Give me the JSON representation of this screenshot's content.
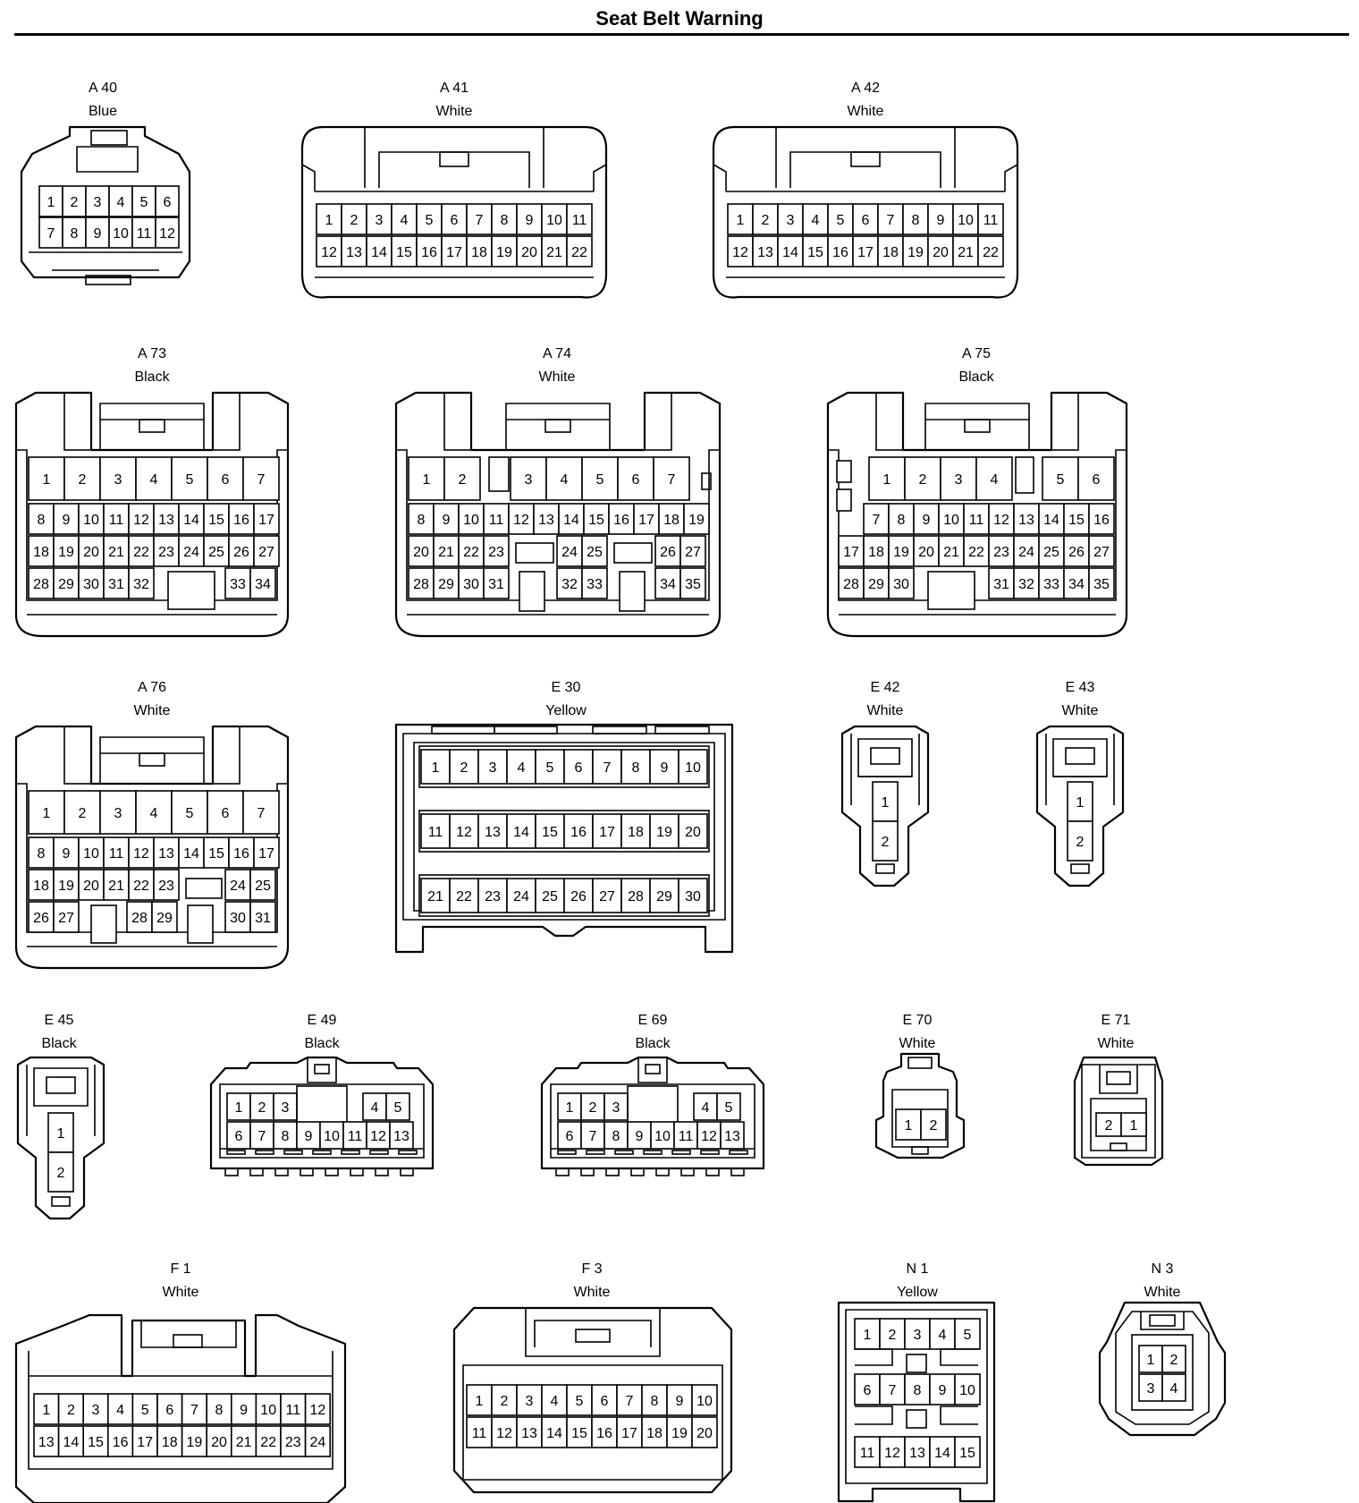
{
  "title": "Seat Belt Warning",
  "connectors": [
    {
      "id": "A40",
      "code": "A 40",
      "color": "Blue",
      "rows": [
        [
          "1",
          "2",
          "3",
          "4",
          "5",
          "6"
        ],
        [
          "7",
          "8",
          "9",
          "10",
          "11",
          "12"
        ]
      ]
    },
    {
      "id": "A41",
      "code": "A 41",
      "color": "White",
      "rows": [
        [
          "1",
          "2",
          "3",
          "4",
          "5",
          "6",
          "7",
          "8",
          "9",
          "10",
          "11"
        ],
        [
          "12",
          "13",
          "14",
          "15",
          "16",
          "17",
          "18",
          "19",
          "20",
          "21",
          "22"
        ]
      ]
    },
    {
      "id": "A42",
      "code": "A 42",
      "color": "White",
      "rows": [
        [
          "1",
          "2",
          "3",
          "4",
          "5",
          "6",
          "7",
          "8",
          "9",
          "10",
          "11"
        ],
        [
          "12",
          "13",
          "14",
          "15",
          "16",
          "17",
          "18",
          "19",
          "20",
          "21",
          "22"
        ]
      ]
    },
    {
      "id": "A73",
      "code": "A 73",
      "color": "Black",
      "rows": [
        [
          "1",
          "2",
          "3",
          "4",
          "5",
          "6",
          "7"
        ],
        [
          "8",
          "9",
          "10",
          "11",
          "12",
          "13",
          "14",
          "15",
          "16",
          "17"
        ],
        [
          "18",
          "19",
          "20",
          "21",
          "22",
          "23",
          "24",
          "25",
          "26",
          "27"
        ],
        [
          "28",
          "29",
          "30",
          "31",
          "32",
          "",
          "",
          "",
          "33",
          "34"
        ]
      ]
    },
    {
      "id": "A74",
      "code": "A 74",
      "color": "White",
      "rows": [
        [
          "1",
          "2",
          "",
          "3",
          "4",
          "5",
          "6",
          "7"
        ],
        [
          "8",
          "9",
          "10",
          "11",
          "12",
          "13",
          "14",
          "15",
          "16",
          "17",
          "18",
          "19"
        ],
        [
          "20",
          "21",
          "22",
          "23",
          "",
          "24",
          "25",
          "",
          "26",
          "27"
        ],
        [
          "28",
          "29",
          "30",
          "31",
          "",
          "32",
          "33",
          "",
          "34",
          "35"
        ]
      ]
    },
    {
      "id": "A75",
      "code": "A 75",
      "color": "Black",
      "rows": [
        [
          "1",
          "2",
          "3",
          "4",
          "",
          "5",
          "6"
        ],
        [
          "7",
          "8",
          "9",
          "10",
          "11",
          "12",
          "13",
          "14",
          "15",
          "16"
        ],
        [
          "17",
          "18",
          "19",
          "20",
          "21",
          "22",
          "23",
          "24",
          "25",
          "26",
          "27"
        ],
        [
          "28",
          "29",
          "30",
          "",
          "",
          "31",
          "32",
          "33",
          "34",
          "35"
        ]
      ]
    },
    {
      "id": "A76",
      "code": "A 76",
      "color": "White",
      "rows": [
        [
          "1",
          "2",
          "3",
          "4",
          "5",
          "6",
          "7"
        ],
        [
          "8",
          "9",
          "10",
          "11",
          "12",
          "13",
          "14",
          "15",
          "16",
          "17"
        ],
        [
          "18",
          "19",
          "20",
          "21",
          "22",
          "23",
          "",
          "24",
          "25"
        ],
        [
          "26",
          "27",
          "",
          "",
          "28",
          "29",
          "",
          "30",
          "31"
        ]
      ]
    },
    {
      "id": "E30",
      "code": "E 30",
      "color": "Yellow",
      "rows": [
        [
          "1",
          "2",
          "3",
          "4",
          "5",
          "6",
          "7",
          "8",
          "9",
          "10"
        ],
        [
          "11",
          "12",
          "13",
          "14",
          "15",
          "16",
          "17",
          "18",
          "19",
          "20"
        ],
        [
          "21",
          "22",
          "23",
          "24",
          "25",
          "26",
          "27",
          "28",
          "29",
          "30"
        ]
      ]
    },
    {
      "id": "E42",
      "code": "E 42",
      "color": "White",
      "rows": [
        [
          "1"
        ],
        [
          "2"
        ]
      ]
    },
    {
      "id": "E43",
      "code": "E 43",
      "color": "White",
      "rows": [
        [
          "1"
        ],
        [
          "2"
        ]
      ]
    },
    {
      "id": "E45",
      "code": "E 45",
      "color": "Black",
      "rows": [
        [
          "1"
        ],
        [
          "2"
        ]
      ]
    },
    {
      "id": "E49",
      "code": "E 49",
      "color": "Black",
      "rows": [
        [
          "1",
          "2",
          "3",
          "",
          "4",
          "5"
        ],
        [
          "6",
          "7",
          "8",
          "9",
          "10",
          "11",
          "12",
          "13"
        ]
      ]
    },
    {
      "id": "E69",
      "code": "E 69",
      "color": "Black",
      "rows": [
        [
          "1",
          "2",
          "3",
          "",
          "4",
          "5"
        ],
        [
          "6",
          "7",
          "8",
          "9",
          "10",
          "11",
          "12",
          "13"
        ]
      ]
    },
    {
      "id": "E70",
      "code": "E 70",
      "color": "White",
      "rows": [
        [
          "1",
          "2"
        ]
      ]
    },
    {
      "id": "E71",
      "code": "E 71",
      "color": "White",
      "rows": [
        [
          "2",
          "1"
        ]
      ]
    },
    {
      "id": "F1",
      "code": "F 1",
      "color": "White",
      "rows": [
        [
          "1",
          "2",
          "3",
          "4",
          "5",
          "6",
          "7",
          "8",
          "9",
          "10",
          "11",
          "12"
        ],
        [
          "13",
          "14",
          "15",
          "16",
          "17",
          "18",
          "19",
          "20",
          "21",
          "22",
          "23",
          "24"
        ]
      ]
    },
    {
      "id": "F3",
      "code": "F 3",
      "color": "White",
      "rows": [
        [
          "1",
          "2",
          "3",
          "4",
          "5",
          "6",
          "7",
          "8",
          "9",
          "10"
        ],
        [
          "11",
          "12",
          "13",
          "14",
          "15",
          "16",
          "17",
          "18",
          "19",
          "20"
        ]
      ]
    },
    {
      "id": "N1",
      "code": "N 1",
      "color": "Yellow",
      "rows": [
        [
          "1",
          "2",
          "3",
          "4",
          "5"
        ],
        [
          "6",
          "7",
          "8",
          "9",
          "10"
        ],
        [
          "11",
          "12",
          "13",
          "14",
          "15"
        ]
      ]
    },
    {
      "id": "N3",
      "code": "N 3",
      "color": "White",
      "rows": [
        [
          "1",
          "2"
        ],
        [
          "3",
          "4"
        ]
      ]
    }
  ]
}
